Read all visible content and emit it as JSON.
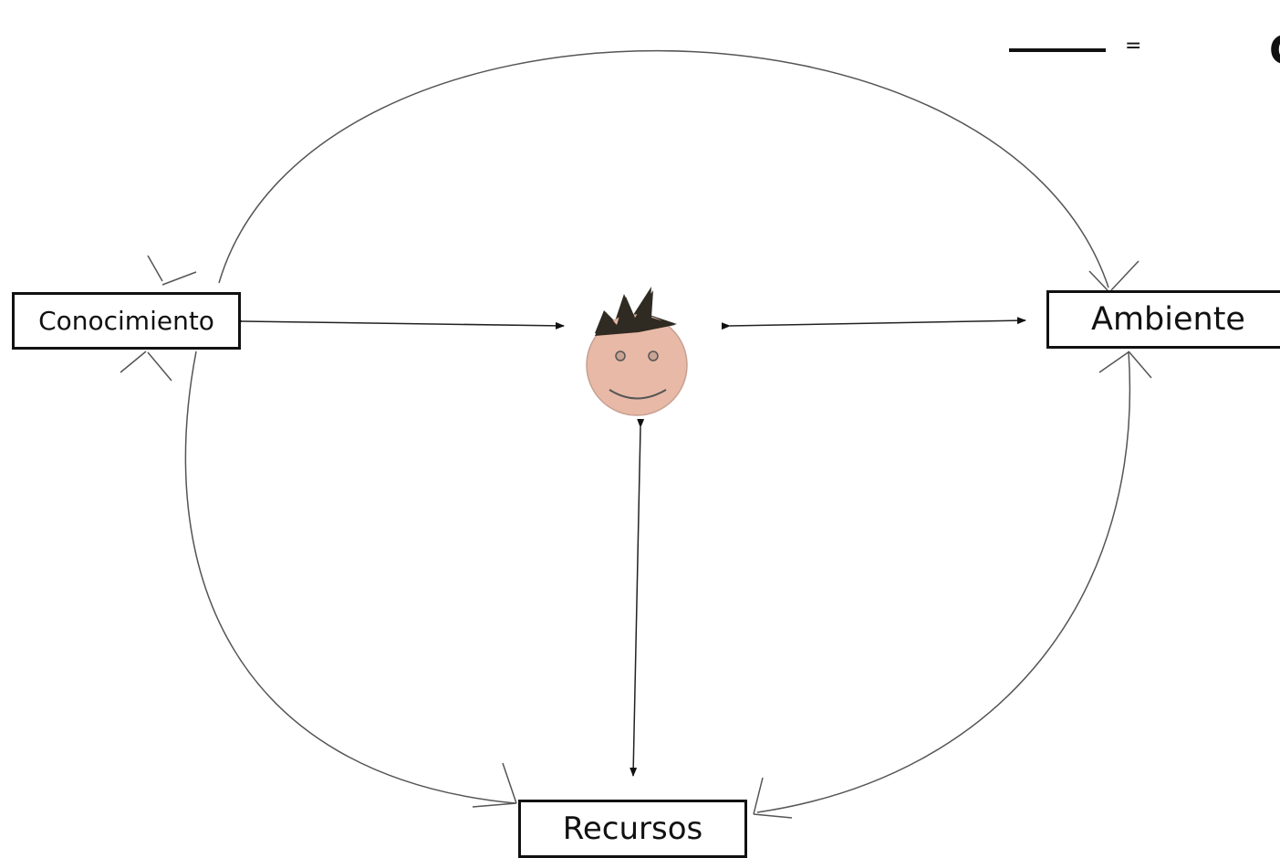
{
  "diagram": {
    "nodes": {
      "conocimiento": "Conocimiento",
      "ambiente": "Ambiente",
      "recursos": "Recursos"
    },
    "center": "person-face-icon",
    "legend": {
      "equals": "=",
      "partial_label": "C"
    },
    "colors": {
      "line": "#333333",
      "box_border": "#111111",
      "face_fill": "#e8b9a6",
      "hair": "#2f2a22"
    }
  }
}
